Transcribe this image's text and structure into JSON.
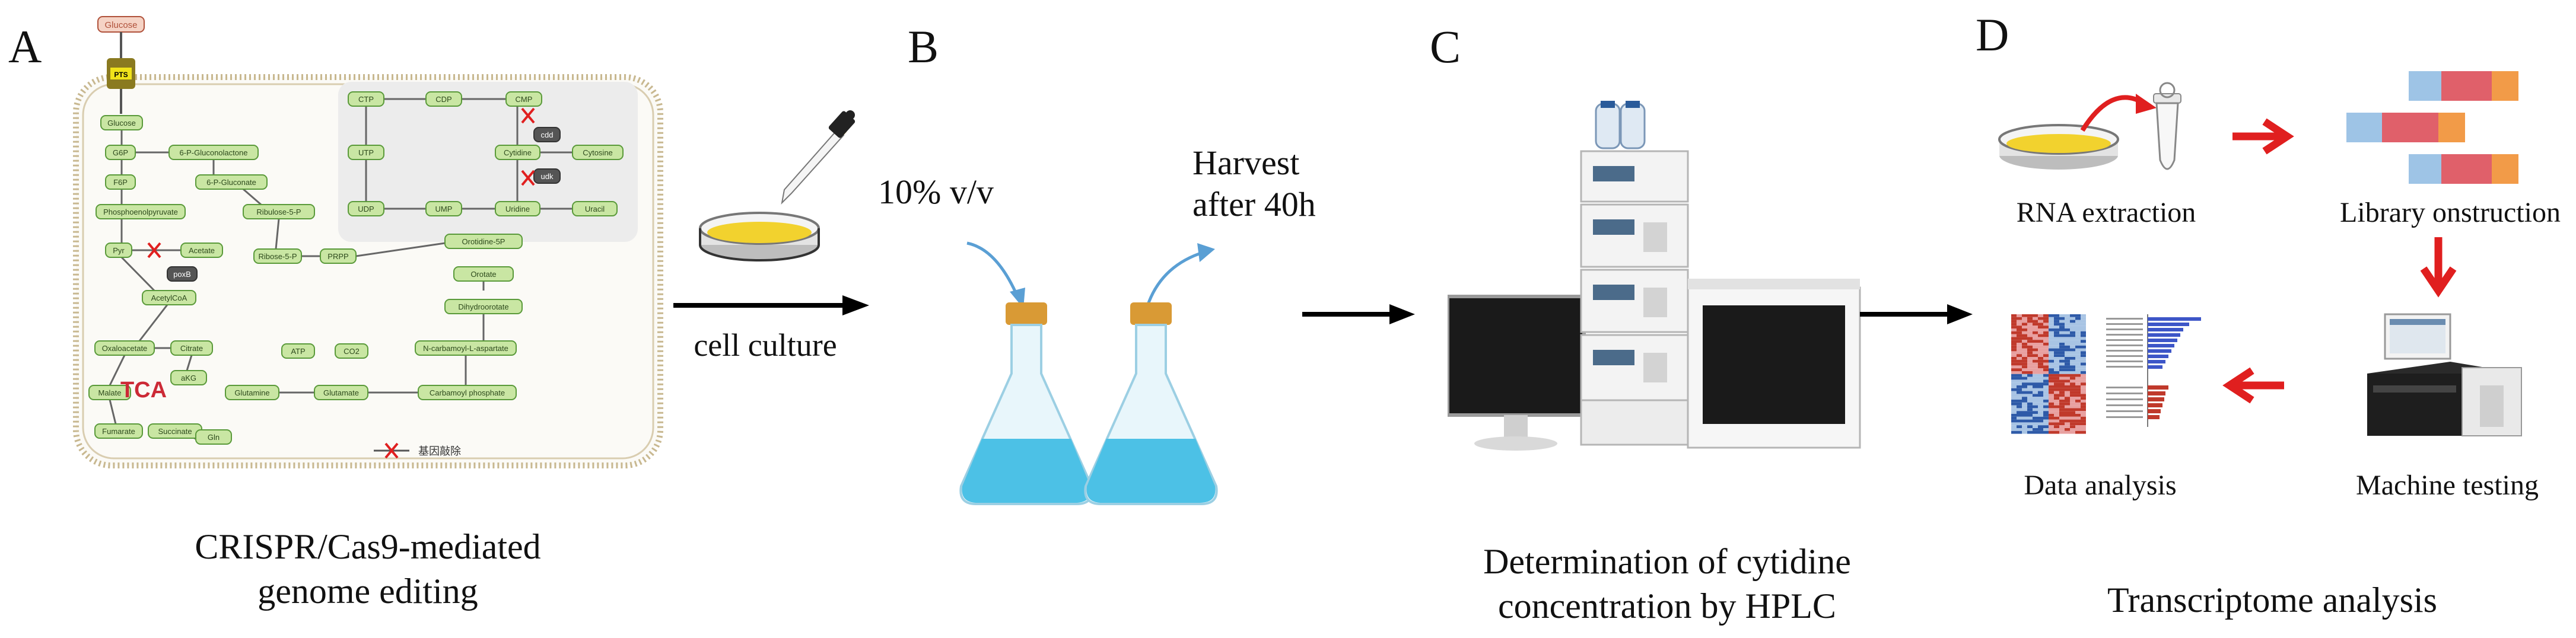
{
  "panels": {
    "a": {
      "letter": "A",
      "caption_line1": "CRISPR/Cas9-mediated",
      "caption_line2": "genome editing",
      "pathway": {
        "top_glucose": "Glucose",
        "pts": "PTS",
        "nodes": [
          "Glucose",
          "G6P",
          "6-P-Gluconolactone",
          "F6P",
          "6-P-Gluconate",
          "Ribulose-5-P",
          "Phosphoenolpyruvate",
          "Pyr",
          "Acetate",
          "poxB",
          "Ribose-5-P",
          "PRPP",
          "Orotidine-5P",
          "Orotate",
          "Dihydroorotate",
          "AcetylCoA",
          "Oxaloacetate",
          "Citrate",
          "Malate",
          "aKG",
          "Fumarate",
          "Succinate",
          "Gln",
          "ATP",
          "CO2",
          "Glutamine",
          "Glutamate",
          "N-carbamoyl-L-aspartate",
          "Carbamoyl phosphate",
          "CTP",
          "CDP",
          "CMP",
          "cdd",
          "UTP",
          "Cytidine",
          "Cytosine",
          "udk",
          "UDP",
          "UMP",
          "Uridine",
          "Uracil"
        ],
        "tca": "TCA",
        "legend_text": "基因敲除"
      }
    },
    "b": {
      "letter": "B",
      "arrow_label": "cell culture",
      "inoculum": "10%  v/v",
      "harvest_line1": "Harvest",
      "harvest_line2": "after 40h"
    },
    "c": {
      "letter": "C",
      "caption_line1": "Determination of cytidine",
      "caption_line2": "concentration by HPLC"
    },
    "d": {
      "letter": "D",
      "step1": "RNA extraction",
      "step2": "Library onstruction",
      "step3": "Machine testing",
      "step4": "Data analysis",
      "caption": "Transcriptome analysis"
    }
  },
  "colors": {
    "node_fill": "#c9e6a3",
    "node_stroke": "#5a9a3a",
    "cell_border": "#c8b890",
    "arrow_red": "#e01f1f",
    "flask_liquid": "#4cc1e6",
    "cork": "#d99a35",
    "dish_yellow": "#f2d22e",
    "tca_red": "#cc2a36"
  }
}
